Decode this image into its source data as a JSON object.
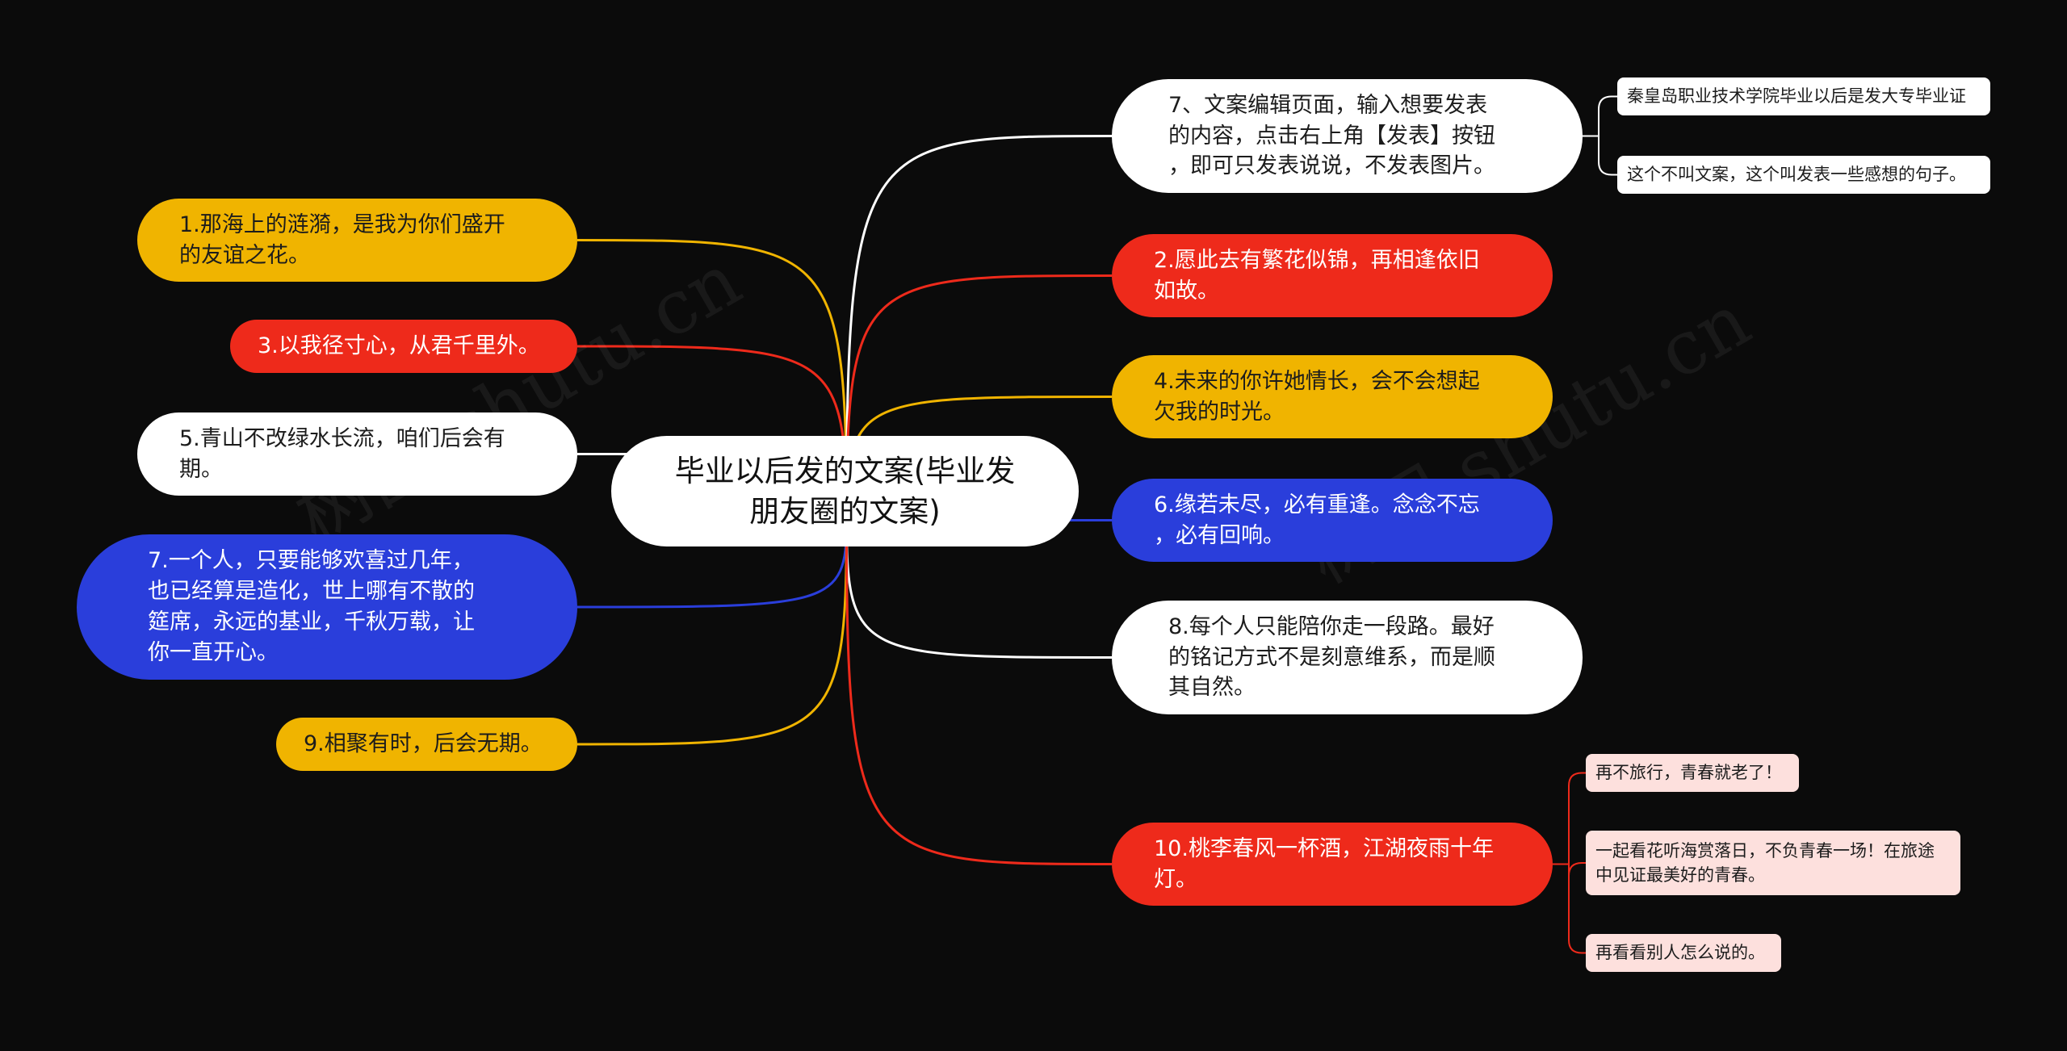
{
  "colors": {
    "background": "#0b0b0b",
    "white": "#ffffff",
    "red": "#ee2a1b",
    "yellow": "#f0b400",
    "blue": "#2a3edb",
    "leaf_white": "#ffffff",
    "leaf_pink": "#fde0dd"
  },
  "center": {
    "text": "毕业以后发的文案(毕业发\n朋友圈的文案)"
  },
  "left_nodes": [
    {
      "id": "l1",
      "text": "1.那海上的涟漪，是我为你们盛开\n的友谊之花。",
      "color": "yellow"
    },
    {
      "id": "l3",
      "text": "3.以我径寸心，从君千里外。",
      "color": "red"
    },
    {
      "id": "l5",
      "text": "5.青山不改绿水长流，咱们后会有\n期。",
      "color": "white"
    },
    {
      "id": "l7",
      "text": "7.一个人，只要能够欢喜过几年，\n也已经算是造化，世上哪有不散的\n筵席，永远的基业，千秋万载，让\n你一直开心。",
      "color": "blue"
    },
    {
      "id": "l9",
      "text": "9.相聚有时，后会无期。",
      "color": "yellow"
    }
  ],
  "right_nodes": [
    {
      "id": "r7",
      "text": "7、文案编辑页面，输入想要发表\n的内容，点击右上角【发表】按钮\n，即可只发表说说，不发表图片。",
      "color": "white",
      "children": [
        {
          "id": "r7a",
          "text": "秦皇岛职业技术学院毕业以后是发大专毕业证"
        },
        {
          "id": "r7b",
          "text": "这个不叫文案，这个叫发表一些感想的句子。"
        }
      ]
    },
    {
      "id": "r2",
      "text": "2.愿此去有繁花似锦，再相逢依旧\n如故。",
      "color": "red",
      "children": []
    },
    {
      "id": "r4",
      "text": "4.未来的你许她情长，会不会想起\n欠我的时光。",
      "color": "yellow",
      "children": []
    },
    {
      "id": "r6",
      "text": "6.缘若未尽，必有重逢。念念不忘\n，必有回响。",
      "color": "blue",
      "children": []
    },
    {
      "id": "r8",
      "text": "8.每个人只能陪你走一段路。最好\n的铭记方式不是刻意维系，而是顺\n其自然。",
      "color": "white",
      "children": []
    },
    {
      "id": "r10",
      "text": "10.桃李春风一杯酒，江湖夜雨十年\n灯。",
      "color": "red",
      "children": [
        {
          "id": "r10a",
          "text": "再不旅行，青春就老了！"
        },
        {
          "id": "r10b",
          "text": "一起看花听海赏落日，不负青春一场！在旅途\n中见证最美好的青春。"
        },
        {
          "id": "r10c",
          "text": "再看看别人怎么说的。"
        }
      ]
    }
  ],
  "watermarks": [
    "树图 shutu.cn",
    "树图 shutu.cn"
  ]
}
